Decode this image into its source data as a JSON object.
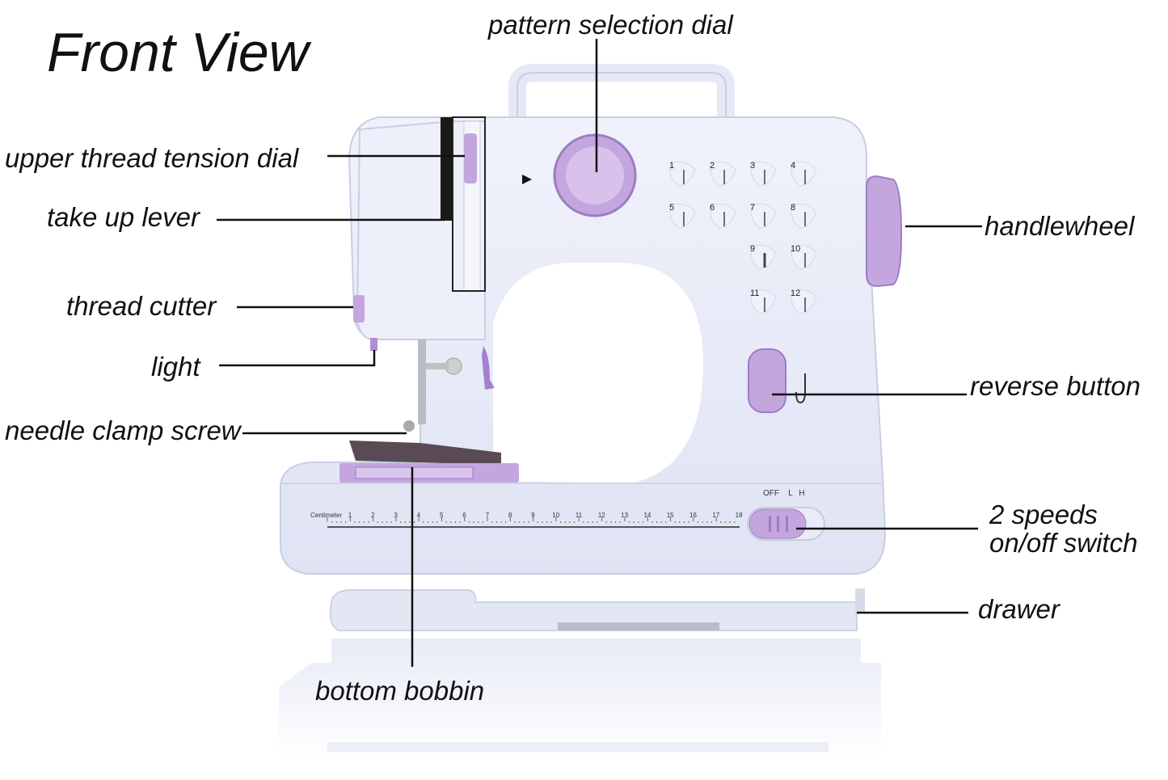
{
  "title": "Front View",
  "labels": {
    "pattern_selection_dial": "pattern selection dial",
    "upper_thread_tension_dial": "upper thread tension dial",
    "take_up_lever": "take up lever",
    "thread_cutter": "thread cutter",
    "light": "light",
    "needle_clamp_screw": "needle clamp screw",
    "handlewheel": "handlewheel",
    "reverse_button": "reverse button",
    "speed_switch_line1": "2 speeds",
    "speed_switch_line2": "on/off switch",
    "drawer": "drawer",
    "bottom_bobbin": "bottom bobbin"
  },
  "machine_markings": {
    "switch_positions": [
      "OFF",
      "L",
      "H"
    ],
    "ruler_unit": "Centimeter",
    "ruler_numbers": [
      "1",
      "2",
      "3",
      "4",
      "5",
      "6",
      "7",
      "8",
      "9",
      "10",
      "11",
      "12",
      "13",
      "14",
      "15",
      "16",
      "17",
      "18"
    ],
    "stitch_numbers": [
      "1",
      "2",
      "3",
      "4",
      "5",
      "6",
      "7",
      "8",
      "9",
      "10",
      "11",
      "12"
    ]
  },
  "colors": {
    "body": "#e6e9f6",
    "accent": "#c4a6df",
    "accent_dark": "#9e7cc4",
    "line": "#111111"
  }
}
